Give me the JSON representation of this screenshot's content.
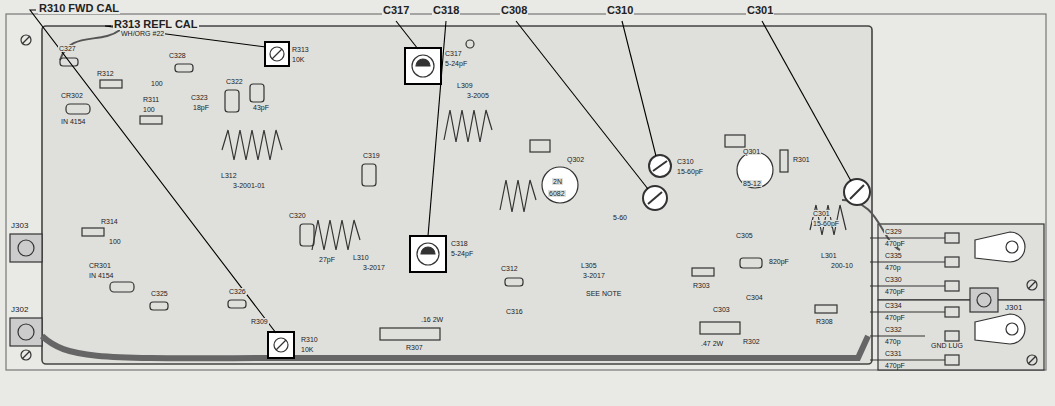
{
  "diagram": {
    "labels": [
      "R310 FWD CAL",
      "R313 REFL CAL",
      "C317",
      "C318",
      "C308",
      "C310",
      "C301",
      "WH/ORG #22",
      "R313",
      "10K",
      "C327",
      "C328",
      "R312",
      "100",
      "CR302",
      "IN 4154",
      "R311",
      "100",
      "C322",
      "C323",
      "18pF",
      "43pF",
      "C317",
      "5-24pF",
      "L309",
      "3-2005",
      "L312",
      "3-2001-01",
      "C319",
      "C318",
      "5-24pF",
      "C320",
      "27pF",
      "L310",
      "3-2017",
      "R314",
      "100",
      "CR301",
      "IN 4154",
      "C325",
      "C326",
      "R309",
      "R310",
      "10K",
      "J303",
      "J302",
      "R307",
      ".16 2W",
      "C312",
      "C316",
      "Q302",
      "2N",
      "6082",
      "L305",
      "3-2017",
      "SEE NOTE",
      "C310",
      "15-60pF",
      "5-60",
      "Q301",
      "85-12",
      "C305",
      "820pF",
      "R303",
      "C304",
      "C303",
      "R302",
      ".47 2W",
      "R301",
      "C301",
      "15-60pF",
      "L301",
      "200-10",
      "R308",
      "C329",
      "470pF",
      "C335",
      "470p",
      "C330",
      "470pF",
      "J301",
      "C334",
      "470pF",
      "C332",
      "470p",
      "GND LUG",
      "C331",
      "470pF"
    ]
  }
}
